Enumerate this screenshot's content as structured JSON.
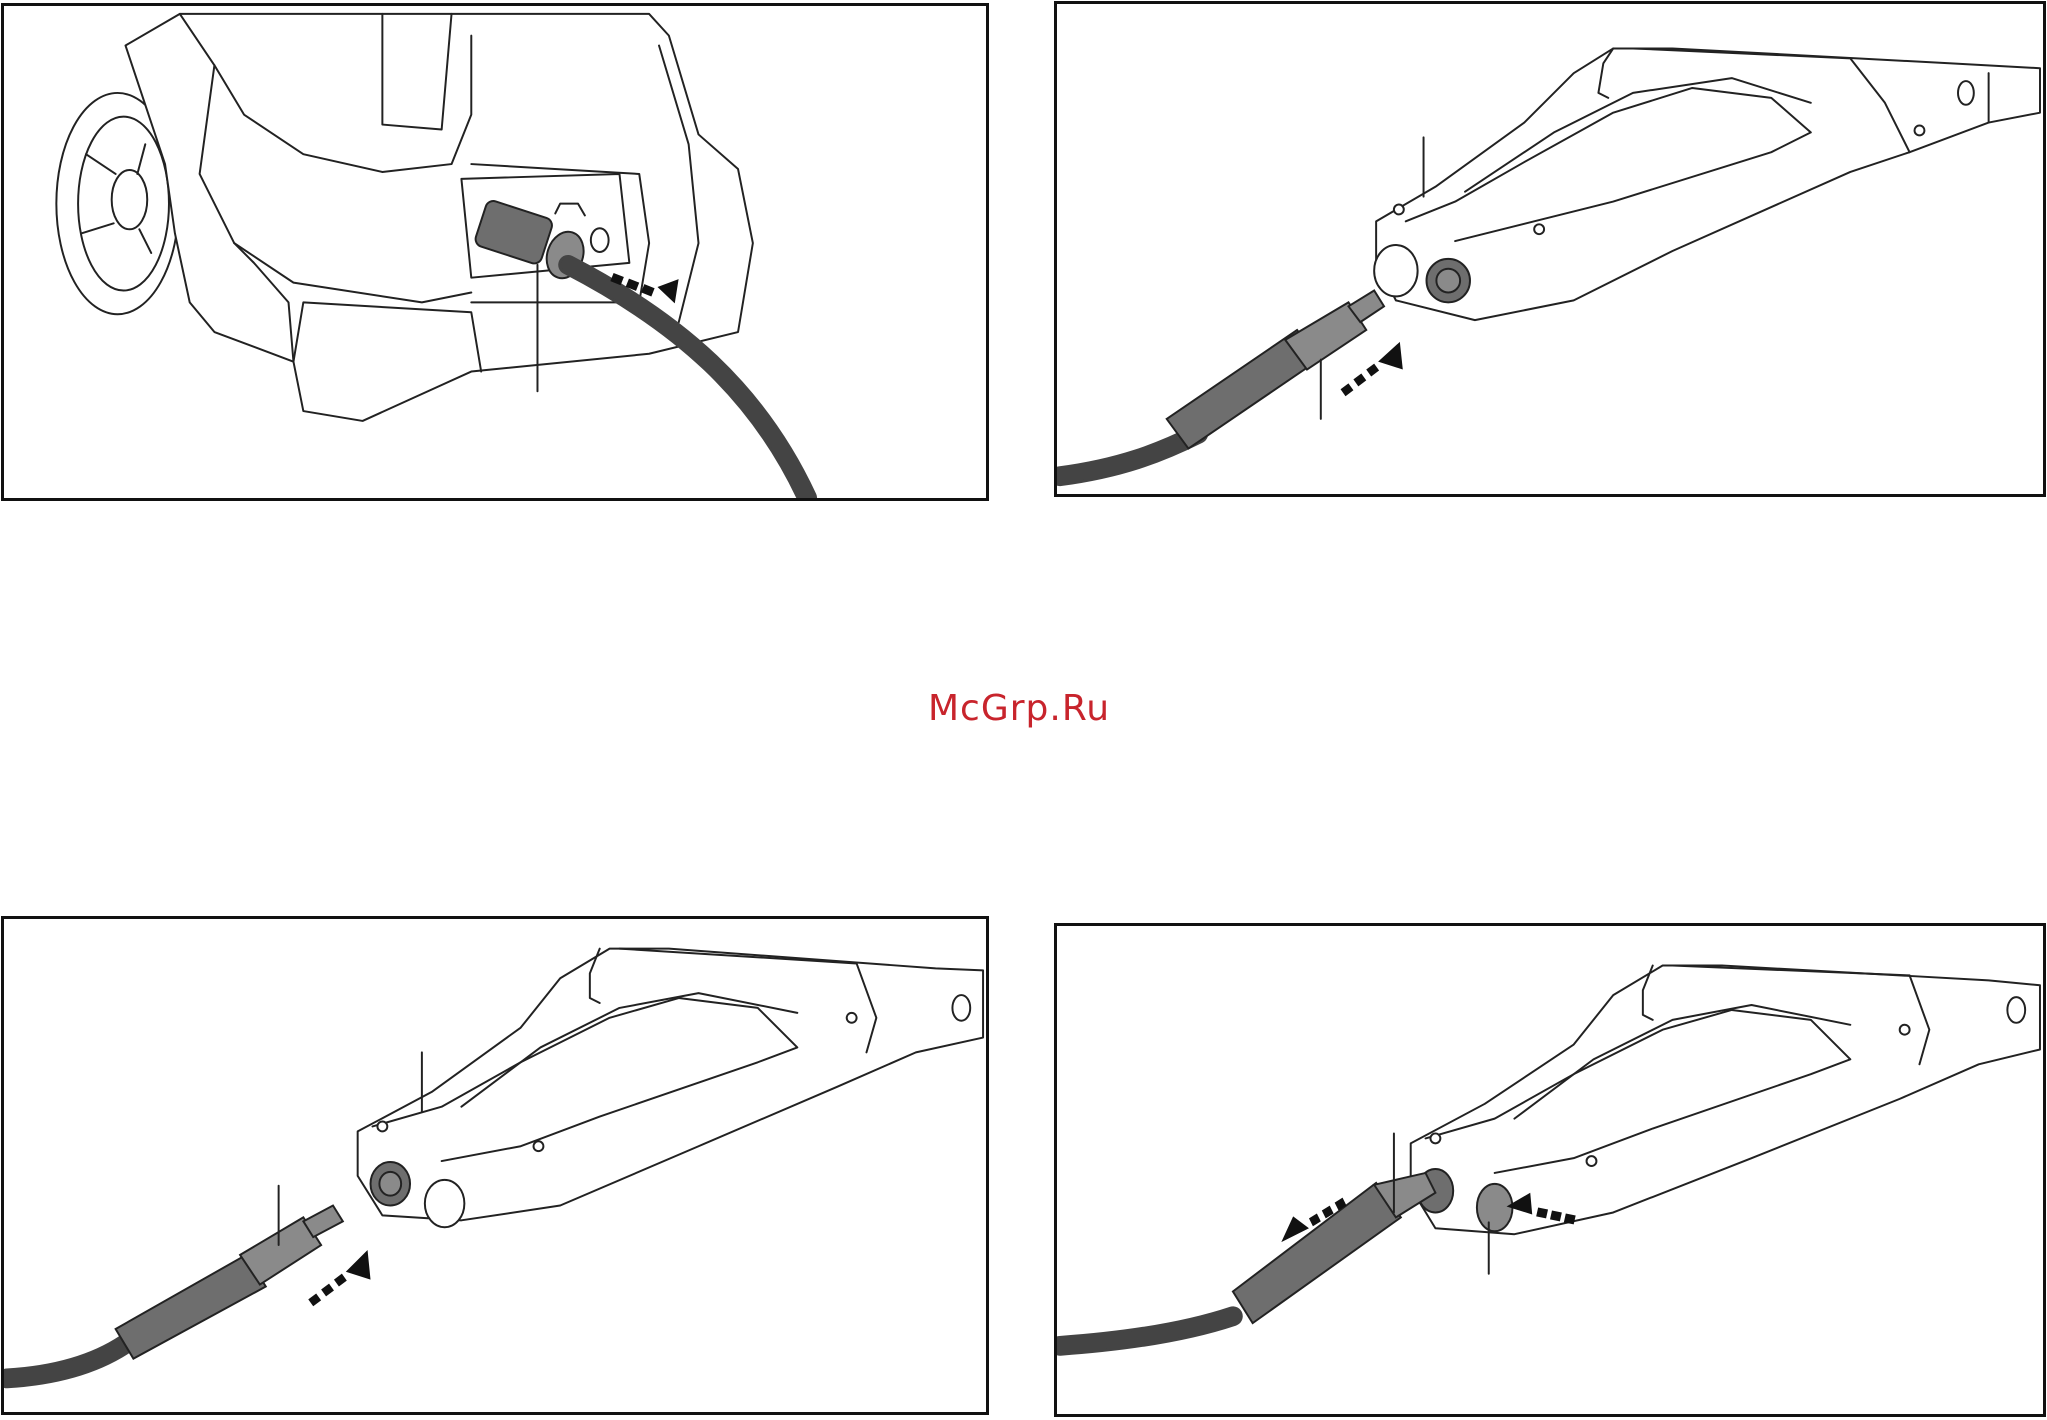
{
  "watermark": "McGrp.Ru",
  "panels": [
    {
      "id": "detach-hose-from-unit"
    },
    {
      "id": "insert-hose-into-gun"
    },
    {
      "id": "insert-hose-into-gun-2"
    },
    {
      "id": "release-hose-from-gun"
    }
  ],
  "icons": [
    "direction-arrow-icon"
  ]
}
